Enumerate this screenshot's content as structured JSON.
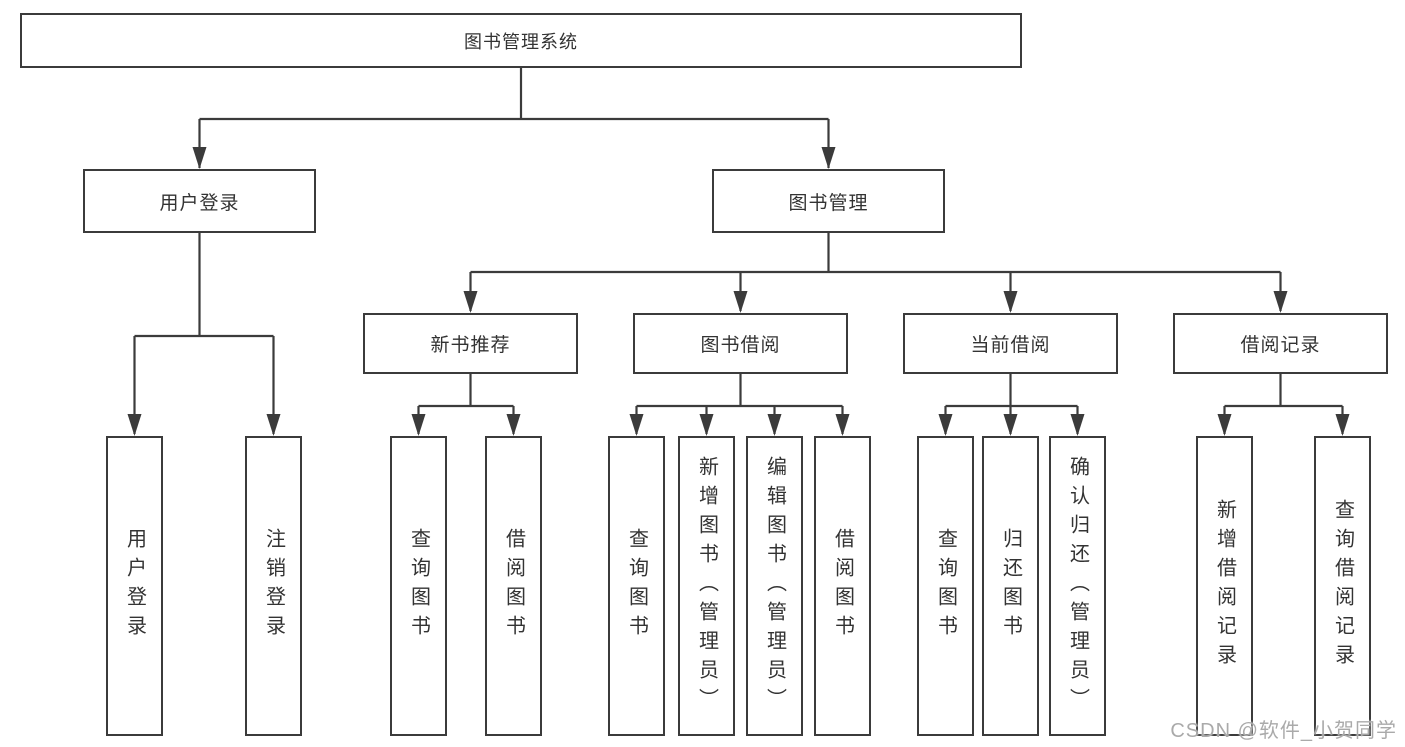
{
  "diagram": {
    "root": {
      "label": "图书管理系统",
      "children": [
        {
          "label": "用户登录",
          "children": [
            {
              "label": "用户登录"
            },
            {
              "label": "注销登录"
            }
          ]
        },
        {
          "label": "图书管理",
          "children": [
            {
              "label": "新书推荐",
              "children": [
                {
                  "label": "查询图书"
                },
                {
                  "label": "借阅图书"
                }
              ]
            },
            {
              "label": "图书借阅",
              "children": [
                {
                  "label": "查询图书"
                },
                {
                  "label": "新增图书（管理员）"
                },
                {
                  "label": "编辑图书（管理员）"
                },
                {
                  "label": "借阅图书"
                }
              ]
            },
            {
              "label": "当前借阅",
              "children": [
                {
                  "label": "查询图书"
                },
                {
                  "label": "归还图书"
                },
                {
                  "label": "确认归还（管理员）"
                }
              ]
            },
            {
              "label": "借阅记录",
              "children": [
                {
                  "label": "新增借阅记录"
                },
                {
                  "label": "查询借阅记录"
                }
              ]
            }
          ]
        }
      ]
    },
    "line_color": "#3b3b3b"
  },
  "watermark": {
    "text": "CSDN @软件_小贺同学"
  }
}
